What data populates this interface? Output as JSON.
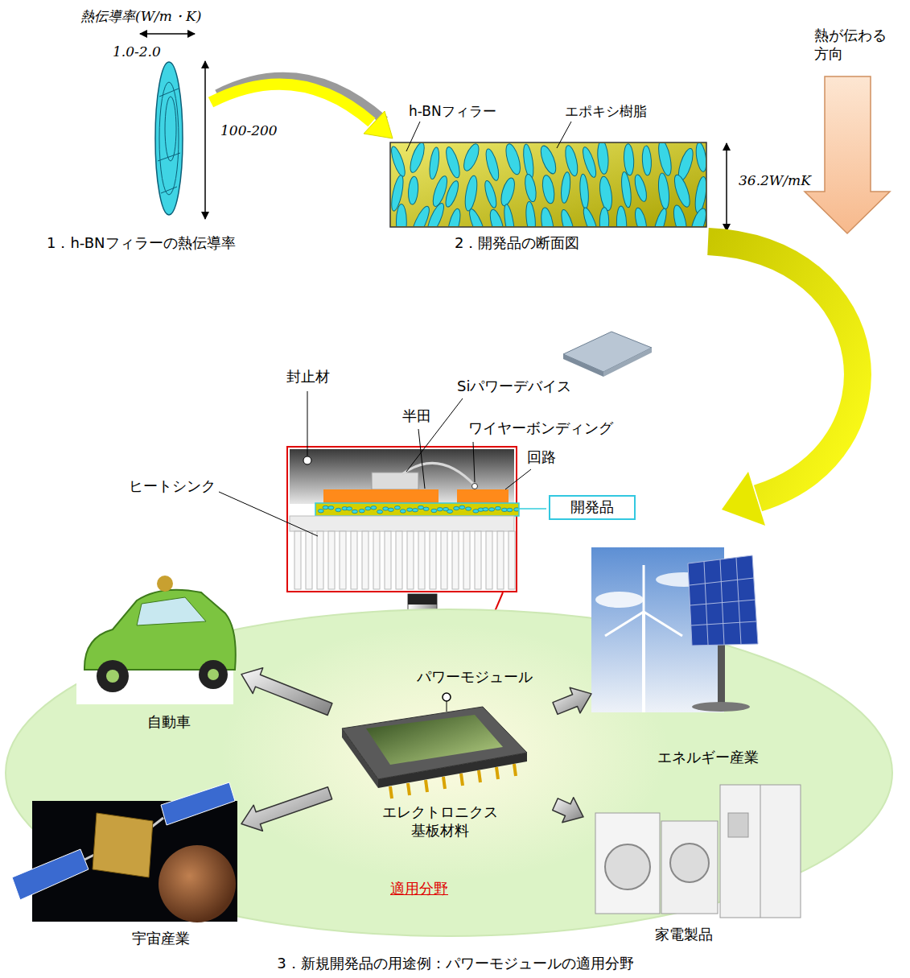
{
  "diagram": {
    "nodes": [
      {
        "text": [
          "開発品"
        ]
      },
      {
        "text": [
          "適用分野"
        ]
      },
      {
        "text": [
          "パワーモジュール",
          "エレクトロニクス 基板材料"
        ],
        "in": 1
      },
      {
        "text": [
          "自動車"
        ]
      },
      {
        "text": [
          "エネルギー産業"
        ]
      },
      {
        "text": [
          "宇宙産業"
        ]
      },
      {
        "text": [
          "家電製品"
        ]
      }
    ],
    "edges": [
      {
        "from": 2,
        "to": 3,
        "arrow": "to"
      },
      {
        "from": 2,
        "to": 4,
        "arrow": "to"
      },
      {
        "from": 2,
        "to": 5,
        "arrow": "to"
      },
      {
        "from": 2,
        "to": 6,
        "arrow": "to"
      }
    ],
    "labels": [
      "熱伝導率(W/m・K)",
      "1.0-2.0",
      "100-200",
      "h-BNフィラー",
      "エポキシ樹脂",
      "36.2W/mK",
      "熱が伝わる 方向",
      "1．h-BNフィラーの熱伝導率",
      "2．開発品の断面図",
      "封止材",
      "Siパワーデバイス",
      "半田",
      "ワイヤーボンディング",
      "回路",
      "ヒートシンク",
      "3．新規開発品の用途例：パワーモジュールの適用分野"
    ]
  }
}
